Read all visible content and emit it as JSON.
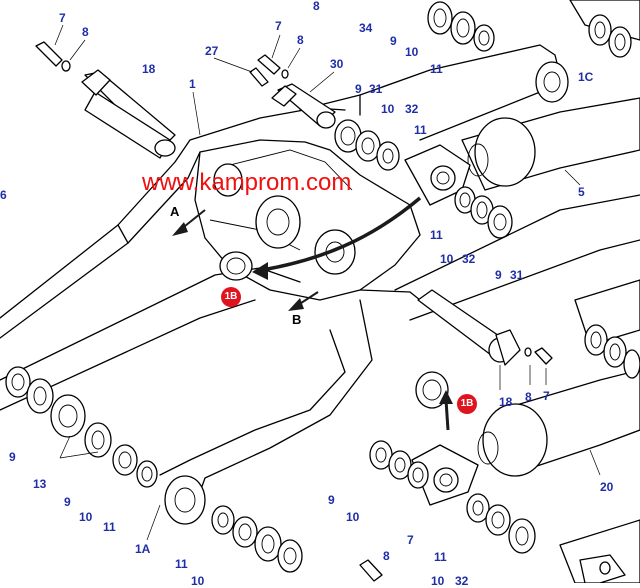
{
  "watermark": "www.kamprom.com",
  "views": [
    "A",
    "B"
  ],
  "ref_badges": [
    "1B",
    "1B"
  ],
  "callouts": [
    "7",
    "8",
    "8",
    "34",
    "9",
    "10",
    "11",
    "7",
    "8",
    "27",
    "18",
    "30",
    "1",
    "9",
    "31",
    "10",
    "32",
    "11",
    "1C",
    "5",
    "6",
    "11",
    "10",
    "32",
    "9",
    "31",
    "18",
    "8",
    "7",
    "9",
    "13",
    "9",
    "10",
    "11",
    "1A",
    "11",
    "10",
    "9",
    "10",
    "7",
    "8",
    "11",
    "10",
    "32",
    "20"
  ],
  "colors": {
    "callout": "#1f2ea8",
    "watermark": "#f01010",
    "badge": "#e0141e",
    "arrow_fill": "#1b1b1b"
  }
}
